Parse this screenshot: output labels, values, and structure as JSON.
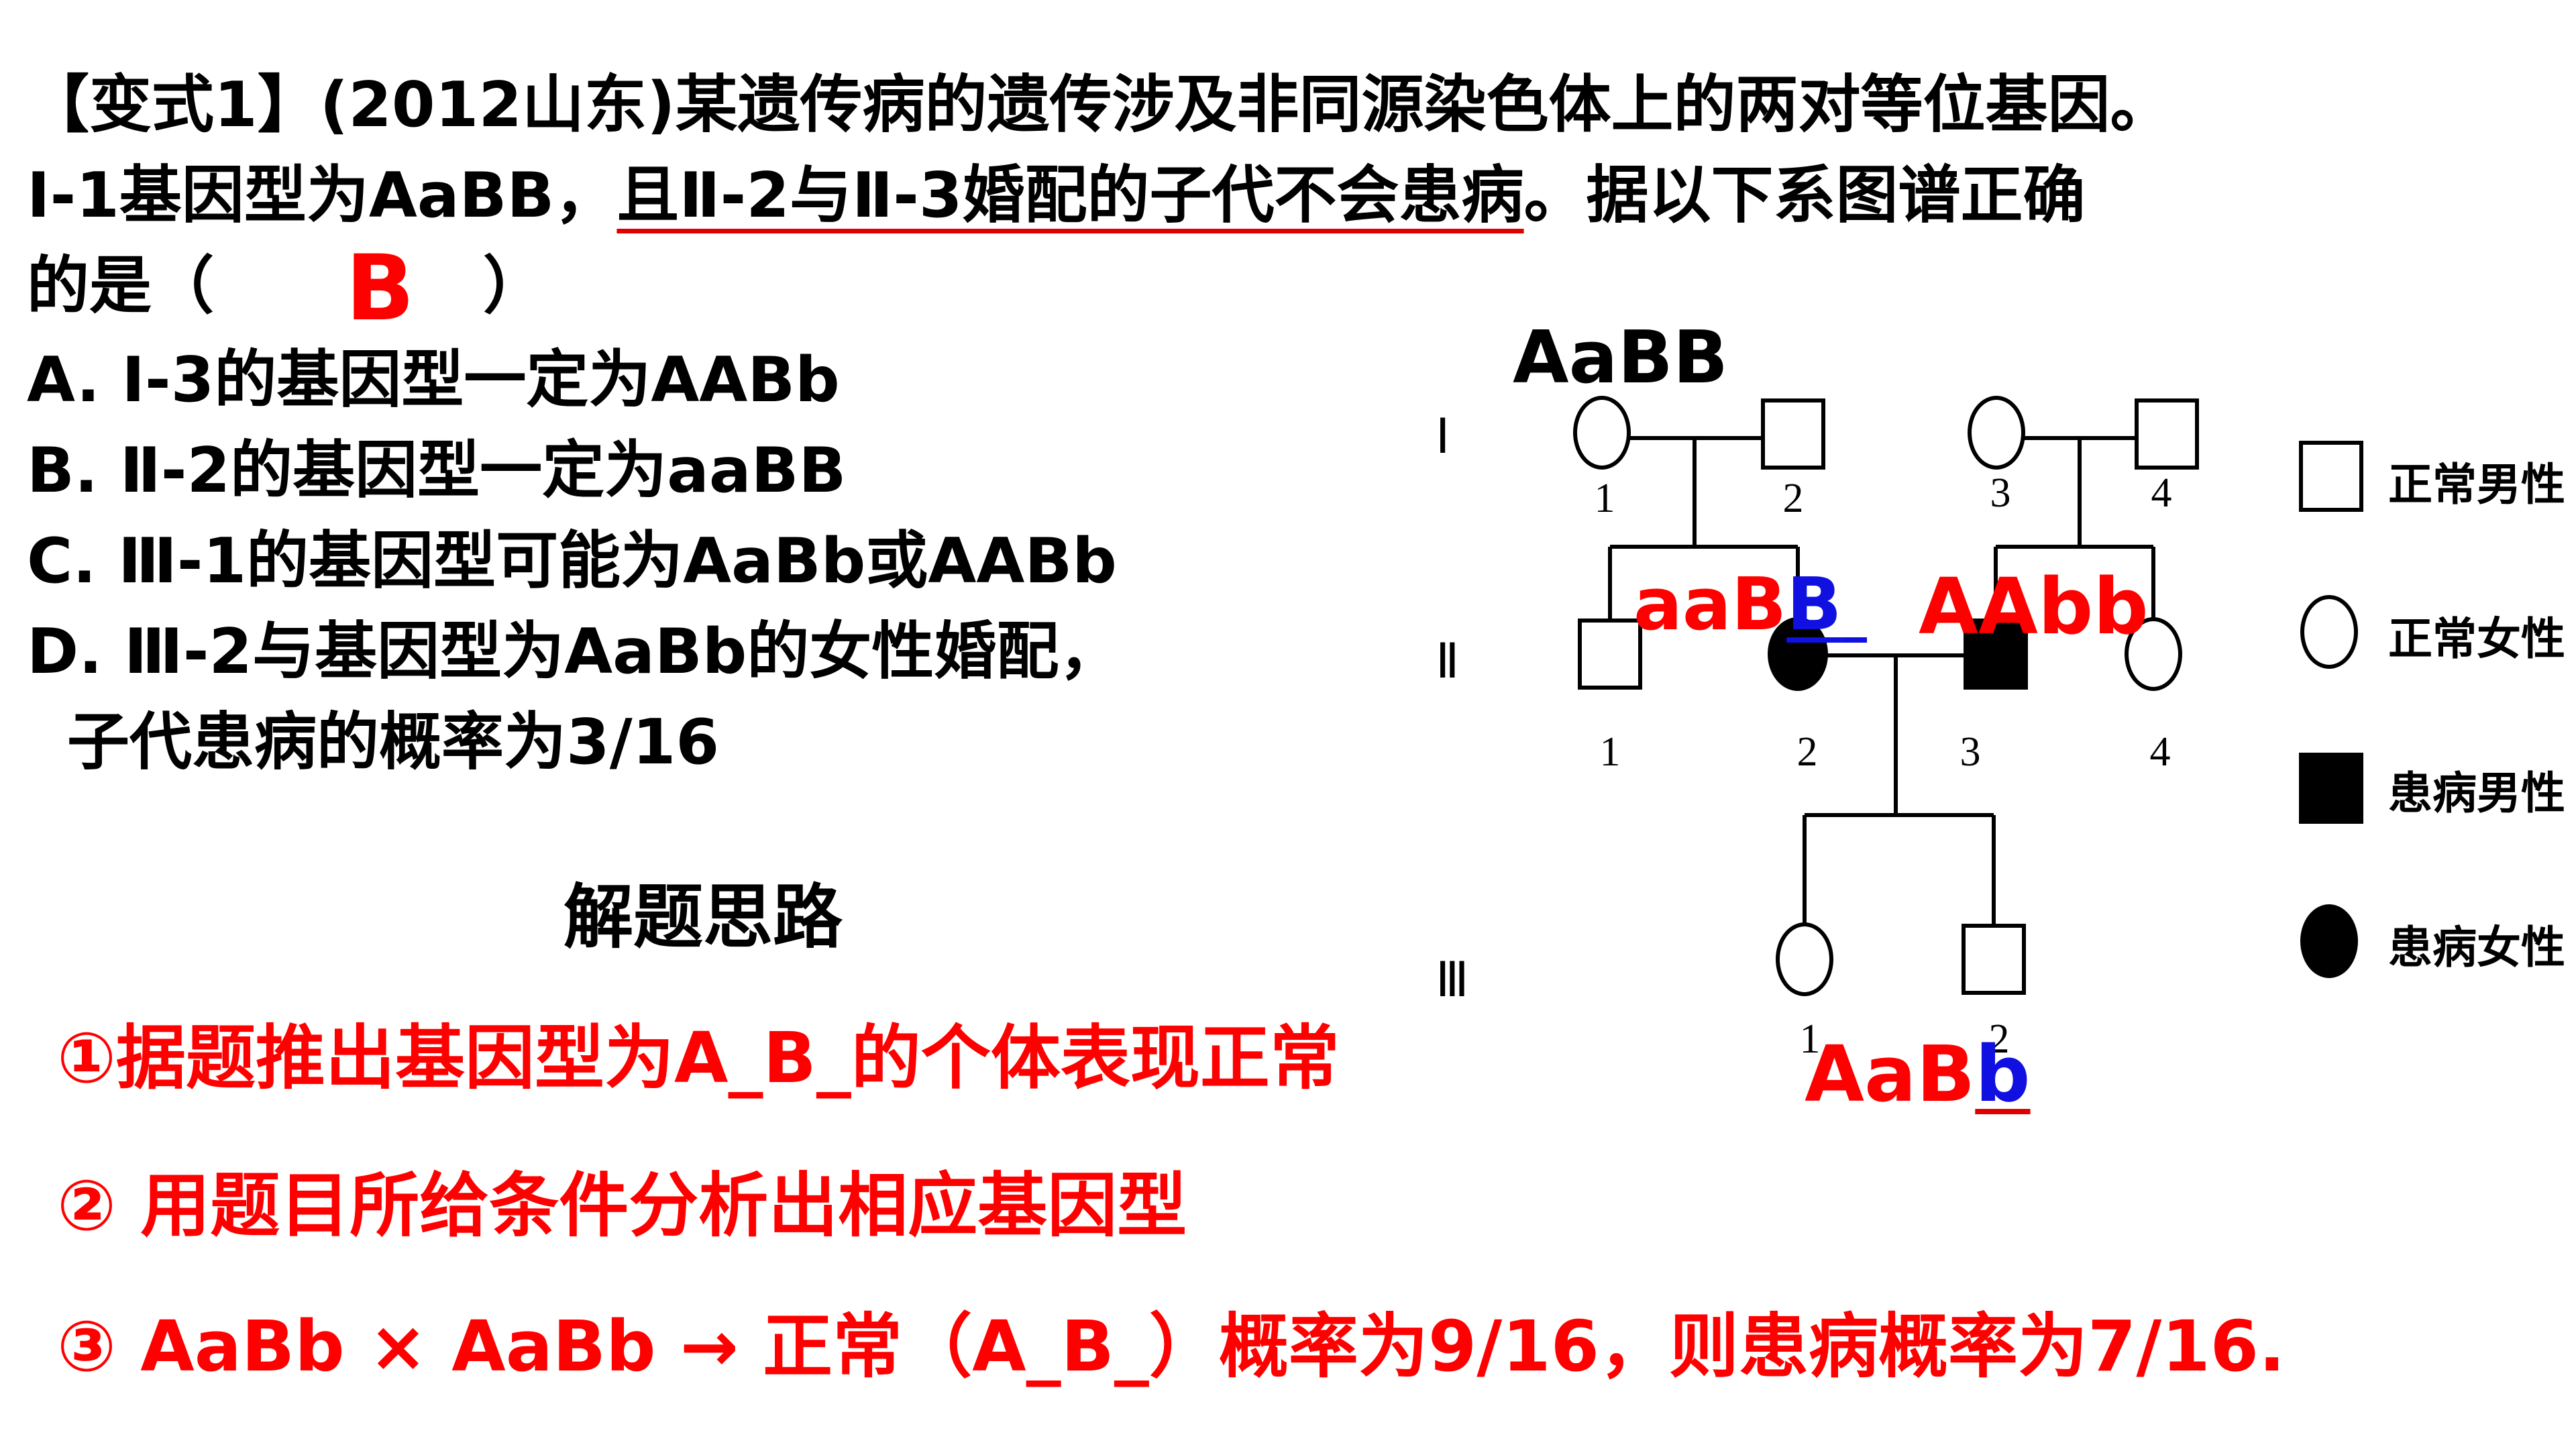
{
  "question": {
    "line1": "【变式1】(2012山东)某遗传病的遗传涉及非同源染色体上的两对等位基因。",
    "line2_prefix": "Ⅰ-1基因型为AaBB，",
    "line2_underlined": "且Ⅱ-2与Ⅱ-3婚配的子代不会患病",
    "line2_suffix": "。据以下系图谱正确",
    "line3_prefix": "的是（",
    "answer": "B",
    "line3_suffix": "）",
    "options": [
      "A. Ⅰ-3的基因型一定为AABb",
      "B. Ⅱ-2的基因型一定为aaBB",
      "C. Ⅲ-1的基因型可能为AaBb或AABb",
      "D. Ⅲ-2与基因型为AaBb的女性婚配，",
      "子代患病的概率为3/16"
    ]
  },
  "solution": {
    "heading": "解题思路",
    "steps": [
      "①据题推出基因型为A_B_的个体表现正常",
      "② 用题目所给条件分析出相应基因型",
      "③ AaBb × AaBb → 正常（A_B_）概率为9/16，则患病概率为7/16."
    ]
  },
  "pedigree": {
    "generations": [
      "Ⅰ",
      "Ⅱ",
      "Ⅲ"
    ],
    "numbers": {
      "gen1": [
        "1",
        "2",
        "3",
        "4"
      ],
      "gen2": [
        "1",
        "2",
        "3",
        "4"
      ],
      "gen3": [
        "1",
        "2"
      ]
    },
    "annotations": {
      "i1": "AaBB",
      "ii2_prefix": "aaB",
      "ii2_suffix": "B",
      "ii3": "AAbb",
      "iii1_prefix": "AaB",
      "iii1_suffix": "b"
    },
    "legend": [
      "正常男性",
      "正常女性",
      "患病男性",
      "患病女性"
    ]
  },
  "colors": {
    "red": "#ff0000",
    "blue": "#1010e0",
    "ink": "#000000",
    "underline": "#e00000"
  }
}
